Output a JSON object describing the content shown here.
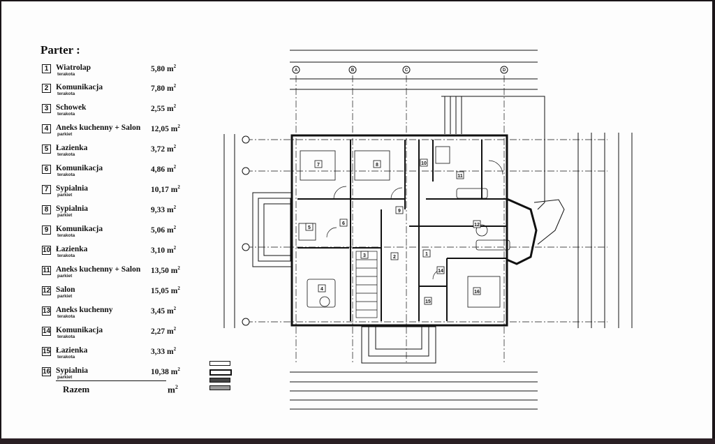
{
  "table": {
    "title": "Parter :",
    "rooms": [
      {
        "no": "1",
        "name": "Wiatrolap",
        "floor": "terakota",
        "area": "5,80",
        "unit": "m",
        "sup": "2"
      },
      {
        "no": "2",
        "name": "Komunikacja",
        "floor": "terakota",
        "area": "7,80",
        "unit": "m",
        "sup": "2"
      },
      {
        "no": "3",
        "name": "Schowek",
        "floor": "terakota",
        "area": "2,55",
        "unit": "m",
        "sup": "2"
      },
      {
        "no": "4",
        "name": "Aneks kuchenny + Salon",
        "floor": "parkiet",
        "area": "12,05",
        "unit": "m",
        "sup": "2"
      },
      {
        "no": "5",
        "name": "Łazienka",
        "floor": "terakota",
        "area": "3,72",
        "unit": "m",
        "sup": "2"
      },
      {
        "no": "6",
        "name": "Komunikacja",
        "floor": "terakota",
        "area": "4,86",
        "unit": "m",
        "sup": "2"
      },
      {
        "no": "7",
        "name": "Sypialnia",
        "floor": "parkiet",
        "area": "10,17",
        "unit": "m",
        "sup": "2"
      },
      {
        "no": "8",
        "name": "Sypialnia",
        "floor": "parkiet",
        "area": "9,33",
        "unit": "m",
        "sup": "2"
      },
      {
        "no": "9",
        "name": "Komunikacja",
        "floor": "terakota",
        "area": "5,06",
        "unit": "m",
        "sup": "2"
      },
      {
        "no": "10",
        "name": "Łazienka",
        "floor": "terakota",
        "area": "3,10",
        "unit": "m",
        "sup": "2"
      },
      {
        "no": "11",
        "name": "Aneks kuchenny + Salon",
        "floor": "parkiet",
        "area": "13,50",
        "unit": "m",
        "sup": "2"
      },
      {
        "no": "12",
        "name": "Salon",
        "floor": "parkiet",
        "area": "15,05",
        "unit": "m",
        "sup": "2"
      },
      {
        "no": "13",
        "name": "Aneks kuchenny",
        "floor": "terakota",
        "area": "3,45",
        "unit": "m",
        "sup": "2"
      },
      {
        "no": "14",
        "name": "Komunikacja",
        "floor": "terakota",
        "area": "2,27",
        "unit": "m",
        "sup": "2"
      },
      {
        "no": "15",
        "name": "Łazienka",
        "floor": "terakota",
        "area": "3,33",
        "unit": "m",
        "sup": "2"
      },
      {
        "no": "16",
        "name": "Sypialnia",
        "floor": "parkiet",
        "area": "10,38",
        "unit": "m",
        "sup": "2"
      }
    ],
    "total": {
      "label": "Razem",
      "unit": "m",
      "sup": "2"
    }
  },
  "plan": {
    "axes": [
      "A",
      "B",
      "C",
      "D"
    ],
    "room_tags": [
      "7",
      "8",
      "10",
      "11",
      "5",
      "6",
      "9",
      "4",
      "3",
      "2",
      "1",
      "12",
      "14",
      "15",
      "16"
    ]
  },
  "colors": {
    "sheet": "#fdfdfd",
    "ink": "#111111",
    "frame": "#1a1518"
  }
}
